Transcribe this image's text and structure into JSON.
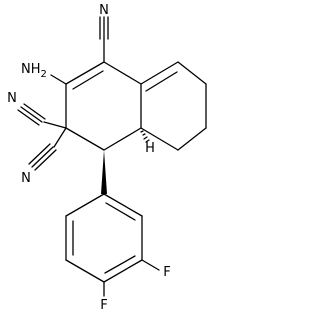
{
  "molecule": {
    "atom_labels": {
      "cn_top_n": "N",
      "nh2": "NH",
      "nh2_sub": "2",
      "cn_left_upper_n": "N",
      "cn_left_lower_n": "N",
      "ring_fusion_h": "H",
      "fluorine_meta": "F",
      "fluorine_para": "F"
    },
    "colors": {
      "ink": "#000000",
      "background": "#ffffff"
    }
  }
}
